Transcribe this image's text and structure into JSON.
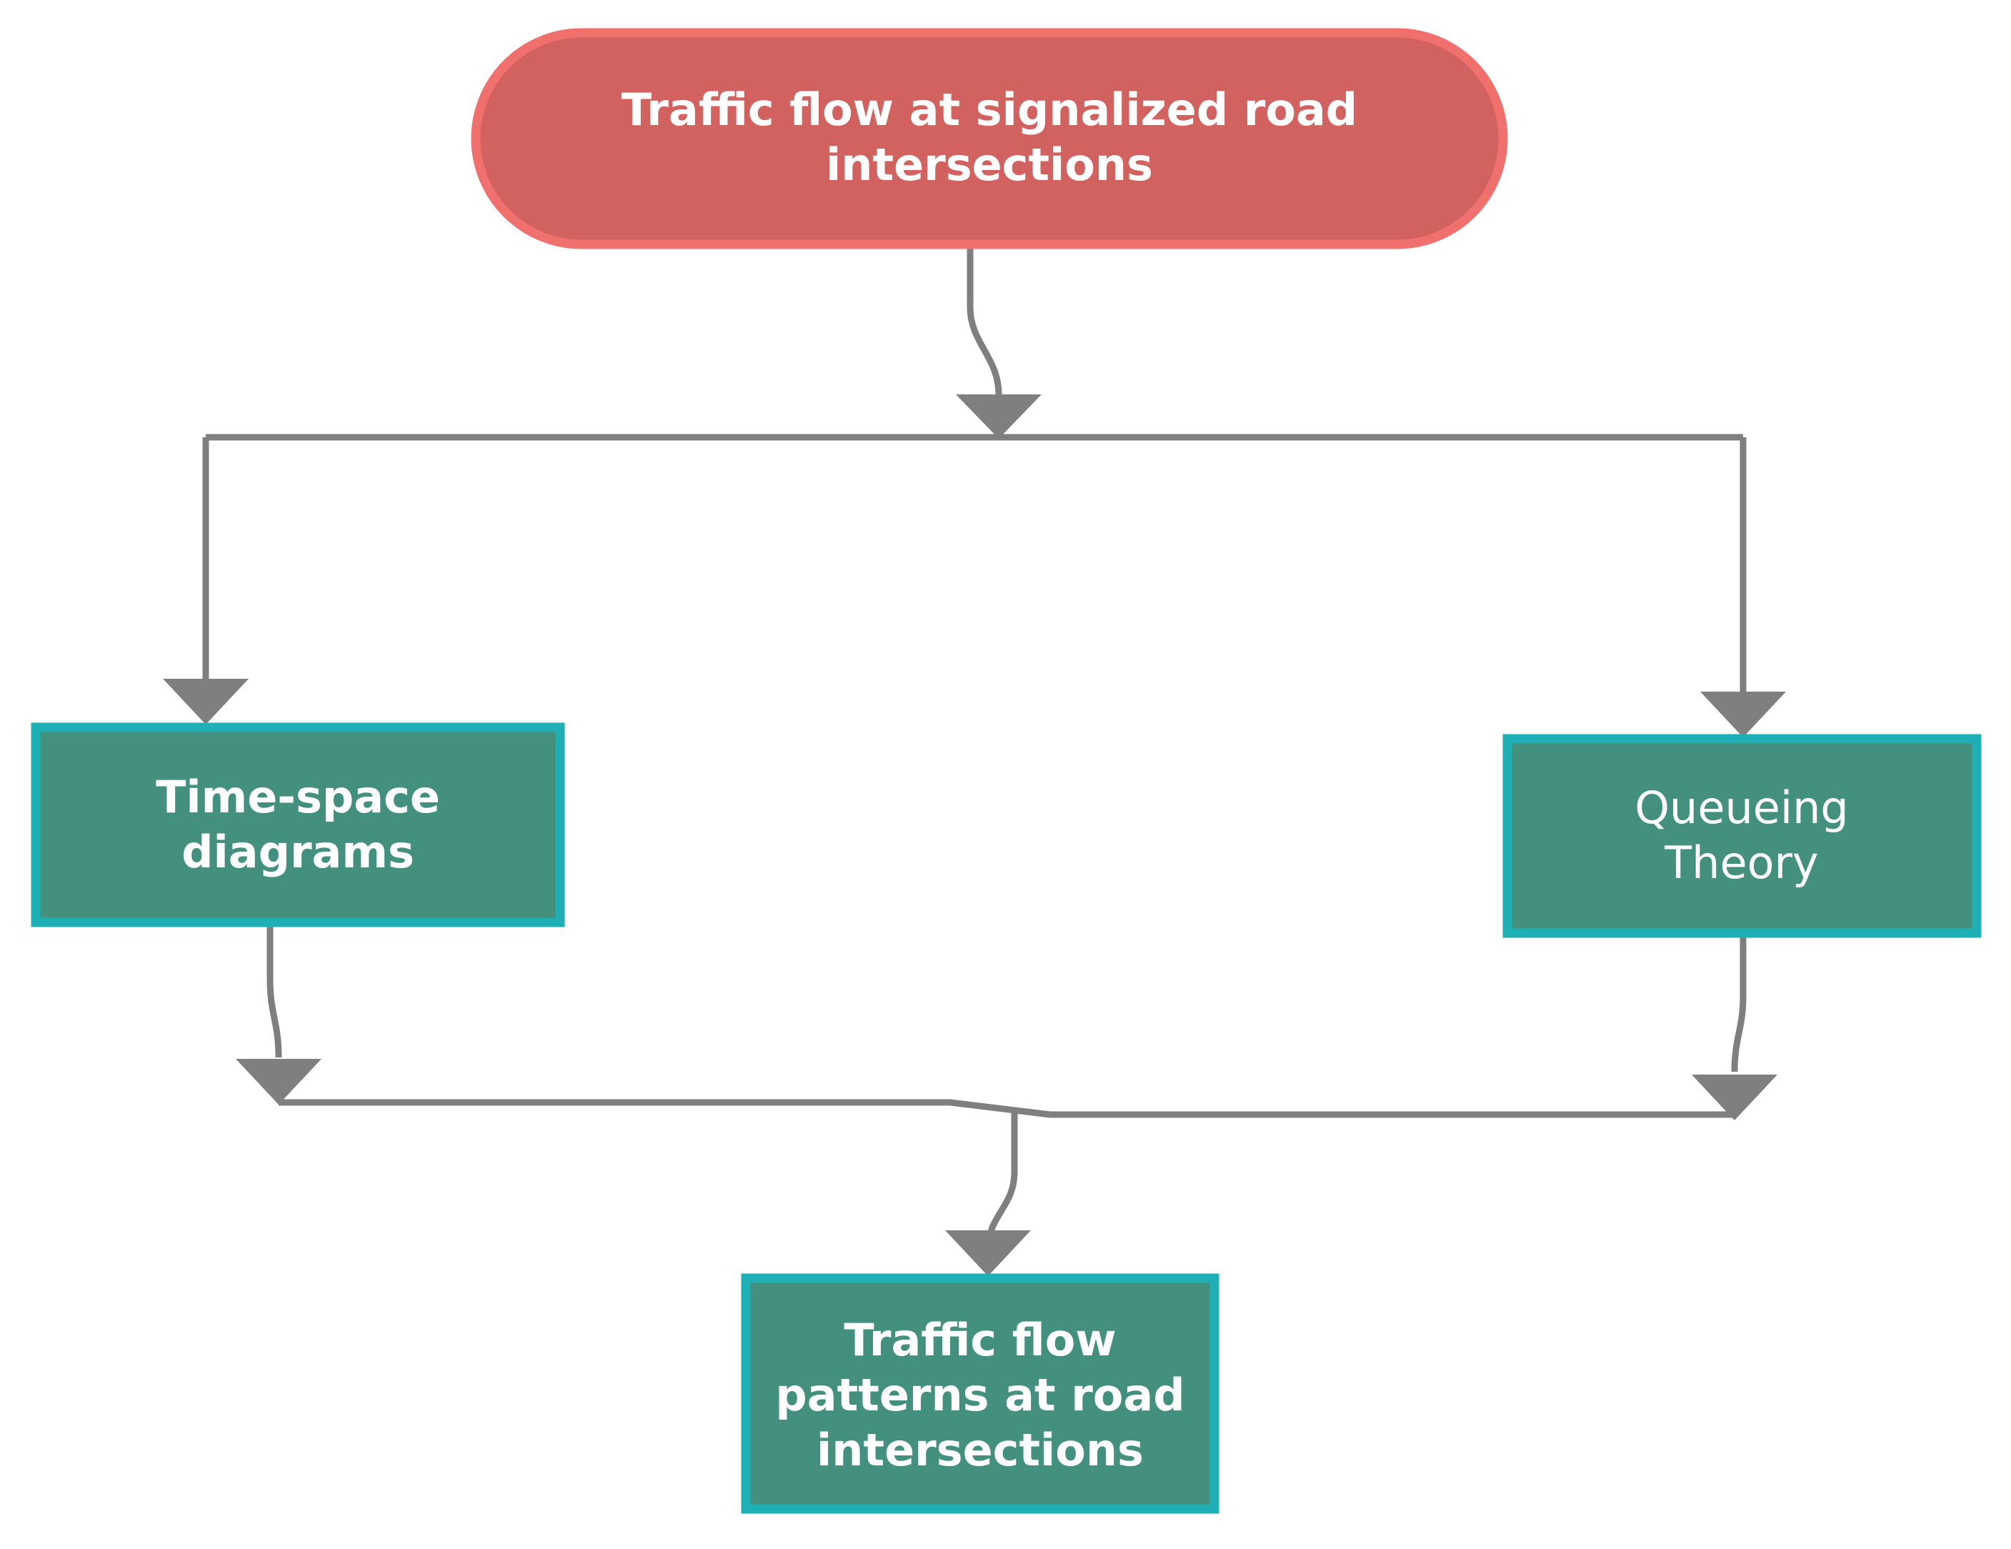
{
  "diagram": {
    "type": "flowchart",
    "direction": "top-to-bottom",
    "background_color": "#ffffff",
    "nodes": [
      {
        "id": "start",
        "label_lines": [
          "Traffic flow at signalized road",
          "intersections"
        ],
        "shape": "stadium",
        "fill_color": "#d2625f",
        "border_color": "#ef706c",
        "text_color": "#ffffff"
      },
      {
        "id": "time-space",
        "label_lines": [
          "Time-space",
          "diagrams"
        ],
        "shape": "rectangle",
        "fill_color": "#43907f",
        "border_color": "#1fb0b5",
        "text_color": "#ffffff"
      },
      {
        "id": "queueing",
        "label_lines": [
          "Queueing",
          "Theory"
        ],
        "shape": "rectangle",
        "fill_color": "#43907f",
        "border_color": "#1fb0b5",
        "text_color": "#ffffff"
      },
      {
        "id": "patterns",
        "label_lines": [
          "Traffic flow",
          "patterns at road",
          "intersections"
        ],
        "shape": "rectangle",
        "fill_color": "#43907f",
        "border_color": "#1fb0b5",
        "text_color": "#ffffff"
      }
    ],
    "edges": [
      {
        "id": "start-to-time-space",
        "from": "start",
        "to": "time-space",
        "arrow": "triangle",
        "color": "#7f7f7f",
        "label": ""
      },
      {
        "id": "start-to-queueing",
        "from": "start",
        "to": "queueing",
        "arrow": "triangle",
        "color": "#7f7f7f",
        "label": ""
      },
      {
        "id": "time-space-to-patterns",
        "from": "time-space",
        "to": "patterns",
        "arrow": "triangle",
        "color": "#7f7f7f",
        "label": ""
      },
      {
        "id": "queueing-to-patterns",
        "from": "queueing",
        "to": "patterns",
        "arrow": "triangle",
        "color": "#7f7f7f",
        "label": ""
      }
    ]
  }
}
